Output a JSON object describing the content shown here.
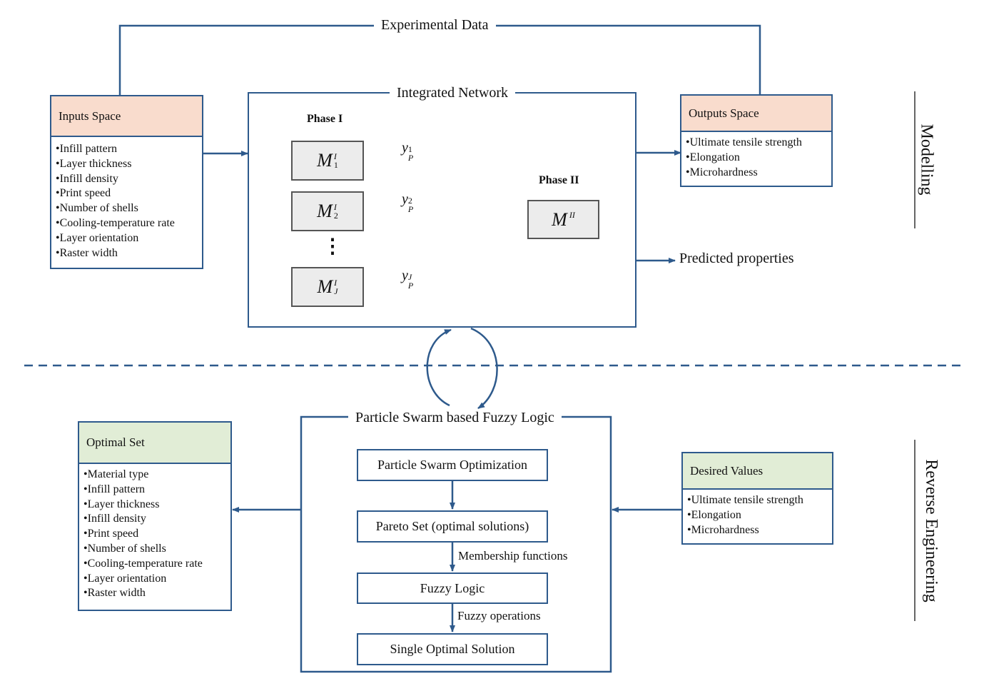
{
  "top_link": "Experimental Data",
  "inputs": {
    "title": "Inputs Space",
    "items": [
      "Infill pattern",
      "Layer thickness",
      "Infill density",
      "Print speed",
      "Number of shells",
      "Cooling-temperature rate",
      "Layer orientation",
      "Raster width"
    ]
  },
  "network": {
    "title": "Integrated Network",
    "phase1": "Phase I",
    "phase2": "Phase II",
    "models": [
      {
        "base": "M",
        "sup": "I",
        "sub": "1"
      },
      {
        "base": "M",
        "sup": "I",
        "sub": "2"
      },
      {
        "base": "M",
        "sup": "I",
        "sub": "J"
      }
    ],
    "ellipsis": "⋮",
    "outputs": [
      {
        "base": "y",
        "sup": "1",
        "sub": "P"
      },
      {
        "base": "y",
        "sup": "2",
        "sub": "P"
      },
      {
        "base": "y",
        "sup": "J",
        "sub": "P"
      }
    ],
    "phase2_model": {
      "base": "M",
      "sup": "II"
    }
  },
  "outputs": {
    "title": "Outputs Space",
    "items": [
      "Ultimate tensile strength",
      "Elongation",
      "Microhardness"
    ]
  },
  "predicted": "Predicted properties",
  "side_labels": {
    "top": "Modelling",
    "bottom": "Reverse Engineering"
  },
  "pso": {
    "title": "Particle Swarm based Fuzzy Logic",
    "steps": [
      "Particle Swarm Optimization",
      "Pareto Set (optimal solutions)",
      "Fuzzy Logic",
      "Single Optimal Solution"
    ],
    "edge_labels": [
      "Membership functions",
      "Fuzzy operations"
    ]
  },
  "optimal": {
    "title": "Optimal Set",
    "items": [
      "Material type",
      "Infill pattern",
      "Layer thickness",
      "Infill density",
      "Print speed",
      "Number of shells",
      "Cooling-temperature rate",
      "Layer orientation",
      "Raster width"
    ]
  },
  "desired": {
    "title": "Desired Values",
    "items": [
      "Ultimate tensile strength",
      "Elongation",
      "Microhardness"
    ]
  },
  "colors": {
    "line": "#2e5a8c",
    "orange_head": "#f9dccd",
    "green_head": "#e1edd6",
    "model_fill": "#ececec"
  }
}
